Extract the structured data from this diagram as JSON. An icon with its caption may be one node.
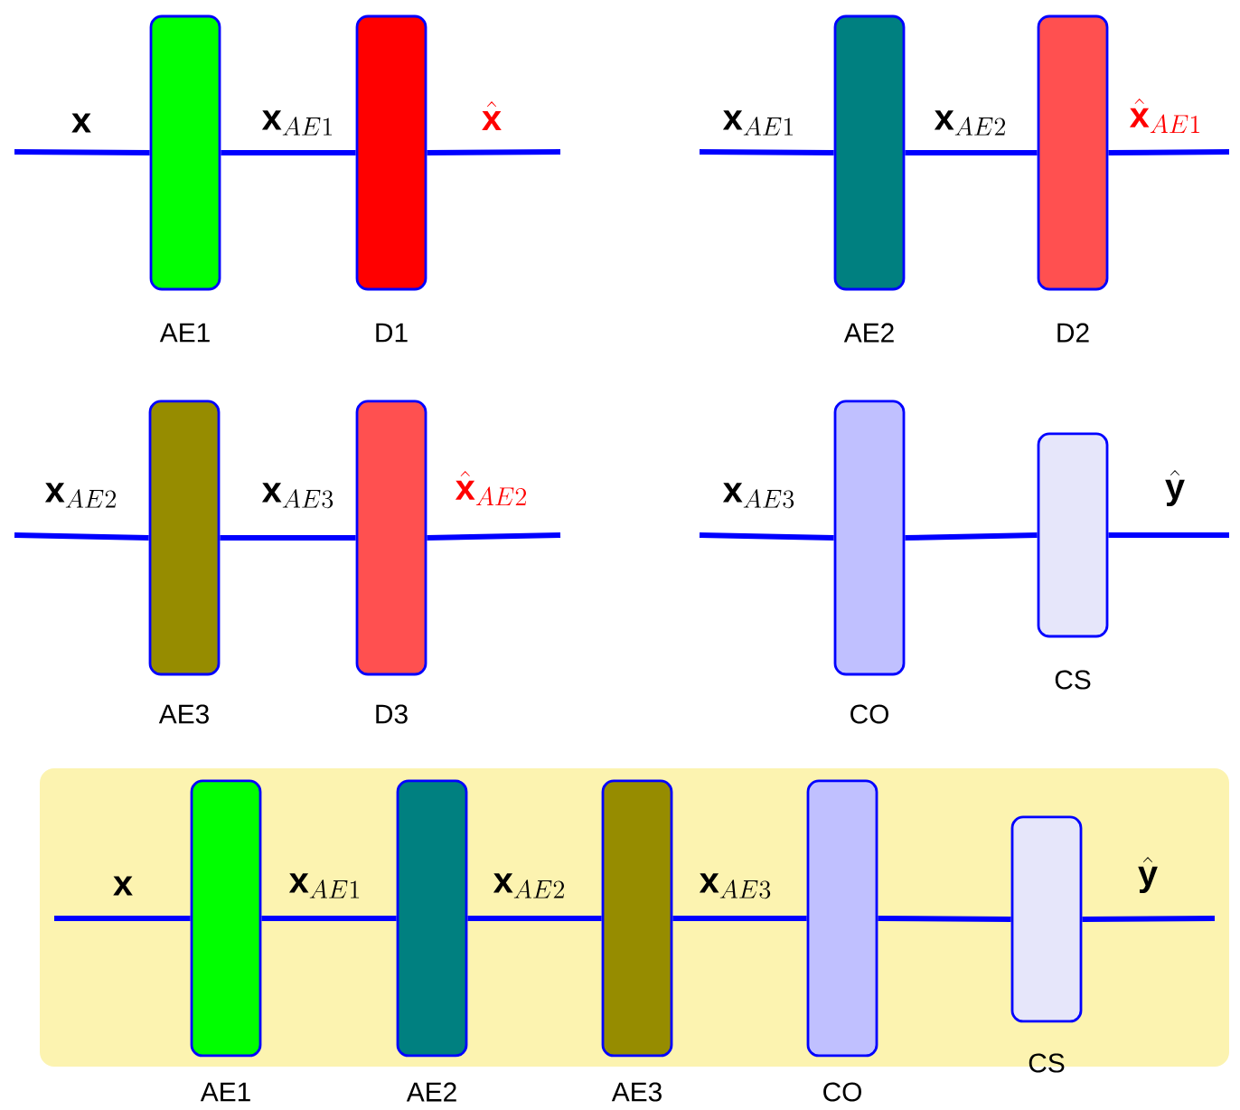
{
  "diagram": {
    "nodes": [
      {
        "text": [
          "AE1"
        ]
      },
      {
        "text": [
          "D1"
        ]
      },
      {
        "text": [
          "AE2"
        ]
      },
      {
        "text": [
          "D2"
        ]
      },
      {
        "text": [
          "AE3"
        ]
      },
      {
        "text": [
          "D3"
        ]
      },
      {
        "text": [
          "CO"
        ]
      },
      {
        "text": [
          "CS"
        ]
      },
      {
        "text": [],
        "shape": "box"
      },
      {
        "text": [
          "AE1"
        ],
        "in": 8
      },
      {
        "text": [
          "AE2"
        ],
        "in": 8
      },
      {
        "text": [
          "AE3"
        ],
        "in": 8
      },
      {
        "text": [
          "CO"
        ],
        "in": 8
      },
      {
        "text": [
          "CS"
        ],
        "in": 8
      }
    ],
    "edges": [
      {
        "from": null,
        "to": 0,
        "arrow": "none",
        "label": "\\mathbf{x}"
      },
      {
        "from": 0,
        "to": 1,
        "arrow": "none",
        "label": "\\mathbf{x}_{AE1}"
      },
      {
        "from": 1,
        "to": null,
        "arrow": "none",
        "label": "\\hat{\\mathbf{x}}"
      },
      {
        "from": null,
        "to": 2,
        "arrow": "none",
        "label": "\\mathbf{x}_{AE1}"
      },
      {
        "from": 2,
        "to": 3,
        "arrow": "none",
        "label": "\\mathbf{x}_{AE2}"
      },
      {
        "from": 3,
        "to": null,
        "arrow": "none",
        "label": "\\hat{\\mathbf{x}}_{AE1}"
      },
      {
        "from": null,
        "to": 4,
        "arrow": "none",
        "label": "\\mathbf{x}_{AE2}"
      },
      {
        "from": 4,
        "to": 5,
        "arrow": "none",
        "label": "\\mathbf{x}_{AE3}"
      },
      {
        "from": 5,
        "to": null,
        "arrow": "none",
        "label": "\\hat{\\mathbf{x}}_{AE2}"
      },
      {
        "from": null,
        "to": 6,
        "arrow": "none",
        "label": "\\mathbf{x}_{AE3}"
      },
      {
        "from": 6,
        "to": 7,
        "arrow": "none"
      },
      {
        "from": 7,
        "to": null,
        "arrow": "none",
        "label": "\\hat{\\mathbf{y}}"
      },
      {
        "from": null,
        "to": 9,
        "arrow": "none",
        "label": "\\mathbf{x}"
      },
      {
        "from": 9,
        "to": 10,
        "arrow": "none",
        "label": "\\mathbf{x}_{AE1}"
      },
      {
        "from": 10,
        "to": 11,
        "arrow": "none",
        "label": "\\mathbf{x}_{AE2}"
      },
      {
        "from": 11,
        "to": 12,
        "arrow": "none",
        "label": "\\mathbf{x}_{AE3}"
      },
      {
        "from": 12,
        "to": 13,
        "arrow": "none"
      },
      {
        "from": 13,
        "to": null,
        "arrow": "none",
        "label": "\\hat{\\mathbf{y}}"
      }
    ]
  }
}
